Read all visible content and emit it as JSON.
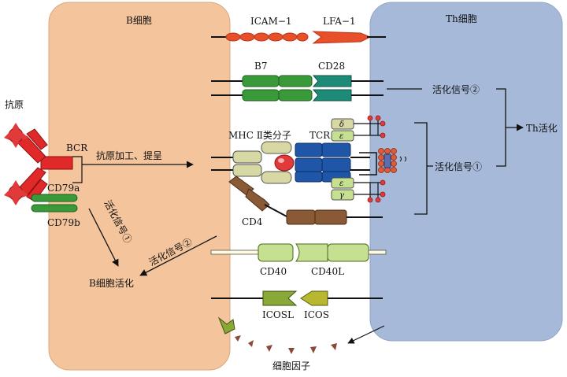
{
  "cells": {
    "b_cell": {
      "label": "B细胞",
      "fill": "#f4c49c"
    },
    "th_cell": {
      "label": "Th细胞",
      "fill": "#a6b9d9"
    }
  },
  "molecules": {
    "icam1": "ICAM−1",
    "lfa1": "LFA−1",
    "b7": "B7",
    "cd28": "CD28",
    "mhc2": "MHC Ⅱ类分子",
    "tcr": "TCR",
    "cd4": "CD4",
    "cd40": "CD40",
    "cd40l": "CD40L",
    "icosl": "ICOSL",
    "icos": "ICOS",
    "bcr": "BCR",
    "cd79a": "CD79a",
    "cd79b": "CD79b",
    "antigen": "抗原",
    "cytokine": "细胞因子"
  },
  "cd3_chains": [
    "δ",
    "ε",
    "ε",
    "γ"
  ],
  "signals": {
    "processing": "抗原加工、提呈",
    "signal2_right": "活化信号②",
    "signal1_right": "活化信号①",
    "th_activation": "Th活化",
    "signal1_left": "活化信号①",
    "signal2_left": "活化信号②",
    "b_activation": "B细胞活化"
  },
  "colors": {
    "icam": "#e8502a",
    "b7_green": "#3a9a3a",
    "cd28_teal": "#1e8a78",
    "mhc": "#d8d8a4",
    "tcr_blue": "#1f56a8",
    "cd4_brown": "#8a5a36",
    "cd40": "#c4e090",
    "icosl": "#8aa838",
    "antigen_red": "#e03a3a"
  }
}
